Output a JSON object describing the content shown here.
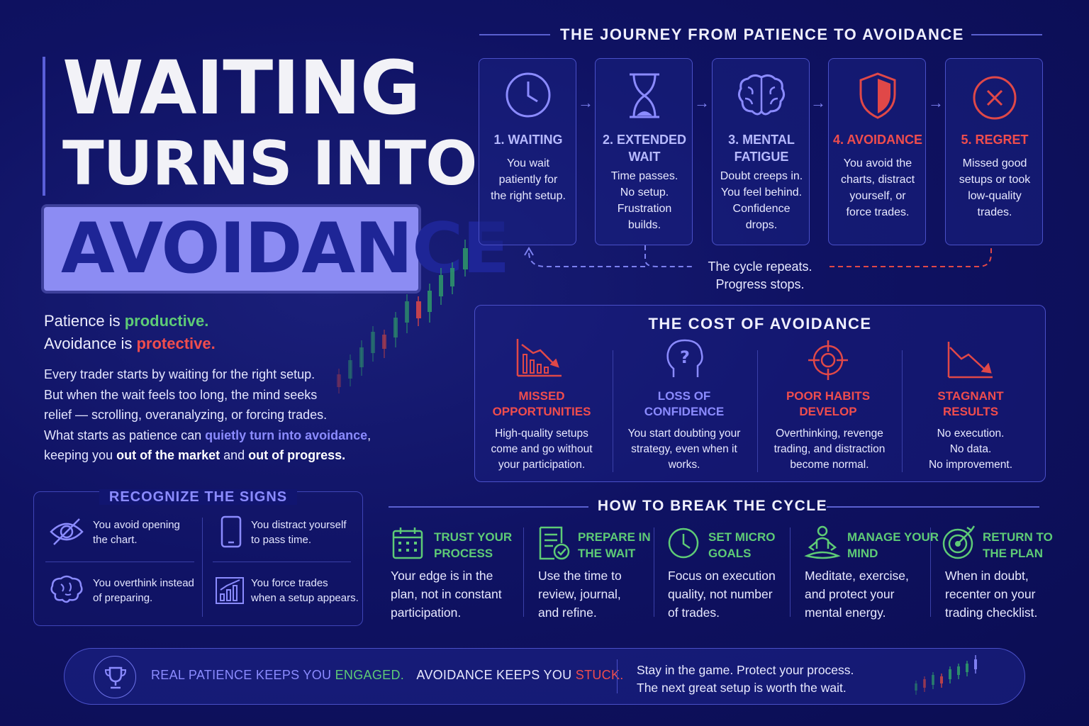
{
  "title": {
    "line1": "WAITING",
    "line2": "TURNS INTO",
    "highlight": "AVOIDANCE"
  },
  "tagline": {
    "l1_pre": "Patience is ",
    "l1_word": "productive.",
    "l2_pre": "Avoidance is ",
    "l2_word": "protective."
  },
  "paragraph": {
    "p1": "Every trader starts by waiting for the right setup.",
    "p2": "But when the wait feels too long, the mind seeks",
    "p3": "relief — scrolling, overanalyzing, or forcing trades.",
    "p4_pre": "What starts as patience can ",
    "p4_hl": "quietly turn into avoidance",
    "p4_post": ",",
    "p5_pre": "keeping you ",
    "p5_b1": "out of the market",
    "p5_mid": " and ",
    "p5_b2": "out of progress."
  },
  "signs": {
    "title": "RECOGNIZE THE SIGNS",
    "items": [
      {
        "l1": "You avoid opening",
        "l2": "the chart."
      },
      {
        "l1": "You distract yourself",
        "l2": "to pass time."
      },
      {
        "l1": "You overthink instead",
        "l2": "of preparing."
      },
      {
        "l1": "You force trades",
        "l2": "when a setup appears."
      }
    ]
  },
  "journey": {
    "title": "THE JOURNEY FROM PATIENCE TO AVOIDANCE",
    "steps": [
      {
        "t1": "1. WAITING",
        "t2": "",
        "d": [
          "You wait",
          "patiently for",
          "the right setup."
        ]
      },
      {
        "t1": "2. EXTENDED",
        "t2": "WAIT",
        "d": [
          "Time passes.",
          "No setup.",
          "Frustration",
          "builds."
        ]
      },
      {
        "t1": "3. MENTAL",
        "t2": "FATIGUE",
        "d": [
          "Doubt creeps in.",
          "You feel behind.",
          "Confidence",
          "drops."
        ]
      },
      {
        "t1": "4. AVOIDANCE",
        "t2": "",
        "d": [
          "You avoid the",
          "charts, distract",
          "yourself, or",
          "force trades."
        ]
      },
      {
        "t1": "5. REGRET",
        "t2": "",
        "d": [
          "Missed good",
          "setups or took",
          "low-quality",
          "trades."
        ]
      }
    ],
    "cycle_l1": "The cycle repeats.",
    "cycle_l2": "Progress stops."
  },
  "cost": {
    "title": "THE COST OF AVOIDANCE",
    "cols": [
      {
        "t1": "MISSED",
        "t2": "OPPORTUNITIES",
        "d": [
          "High-quality setups",
          "come and go without",
          "your participation."
        ]
      },
      {
        "t1": "LOSS OF",
        "t2": "CONFIDENCE",
        "d": [
          "You start doubting your",
          "strategy, even when it",
          "works."
        ]
      },
      {
        "t1": "POOR HABITS",
        "t2": "DEVELOP",
        "d": [
          "Overthinking, revenge",
          "trading, and distraction",
          "become normal."
        ]
      },
      {
        "t1": "STAGNANT",
        "t2": "RESULTS",
        "d": [
          "No execution.",
          "No data.",
          "No improvement."
        ]
      }
    ]
  },
  "break": {
    "title": "HOW TO BREAK THE CYCLE",
    "items": [
      {
        "h1": "TRUST YOUR",
        "h2": "PROCESS",
        "d": [
          "Your edge is in the",
          "plan, not in constant",
          "participation."
        ]
      },
      {
        "h1": "PREPARE IN",
        "h2": "THE WAIT",
        "d": [
          "Use the time to",
          "review, journal,",
          "and refine."
        ]
      },
      {
        "h1": "SET MICRO",
        "h2": "GOALS",
        "d": [
          "Focus on execution",
          "quality, not number",
          "of trades."
        ]
      },
      {
        "h1": "MANAGE YOUR",
        "h2": "MIND",
        "d": [
          "Meditate, exercise,",
          "and protect your",
          "mental energy."
        ]
      },
      {
        "h1": "RETURN TO",
        "h2": "THE PLAN",
        "d": [
          "When in doubt,",
          "recenter on your",
          "trading checklist."
        ]
      }
    ]
  },
  "footer": {
    "a1": "REAL PATIENCE KEEPS YOU ",
    "a2": "ENGAGED.",
    "a3": "AVOIDANCE KEEPS YOU ",
    "a4": "STUCK.",
    "b1": "Stay in the game. Protect your process.",
    "b2": "The next great setup is worth the wait."
  },
  "colors": {
    "accent": "#8b8bff",
    "green": "#5ecb76",
    "red": "#f04d4d",
    "background": "#0f1263"
  }
}
